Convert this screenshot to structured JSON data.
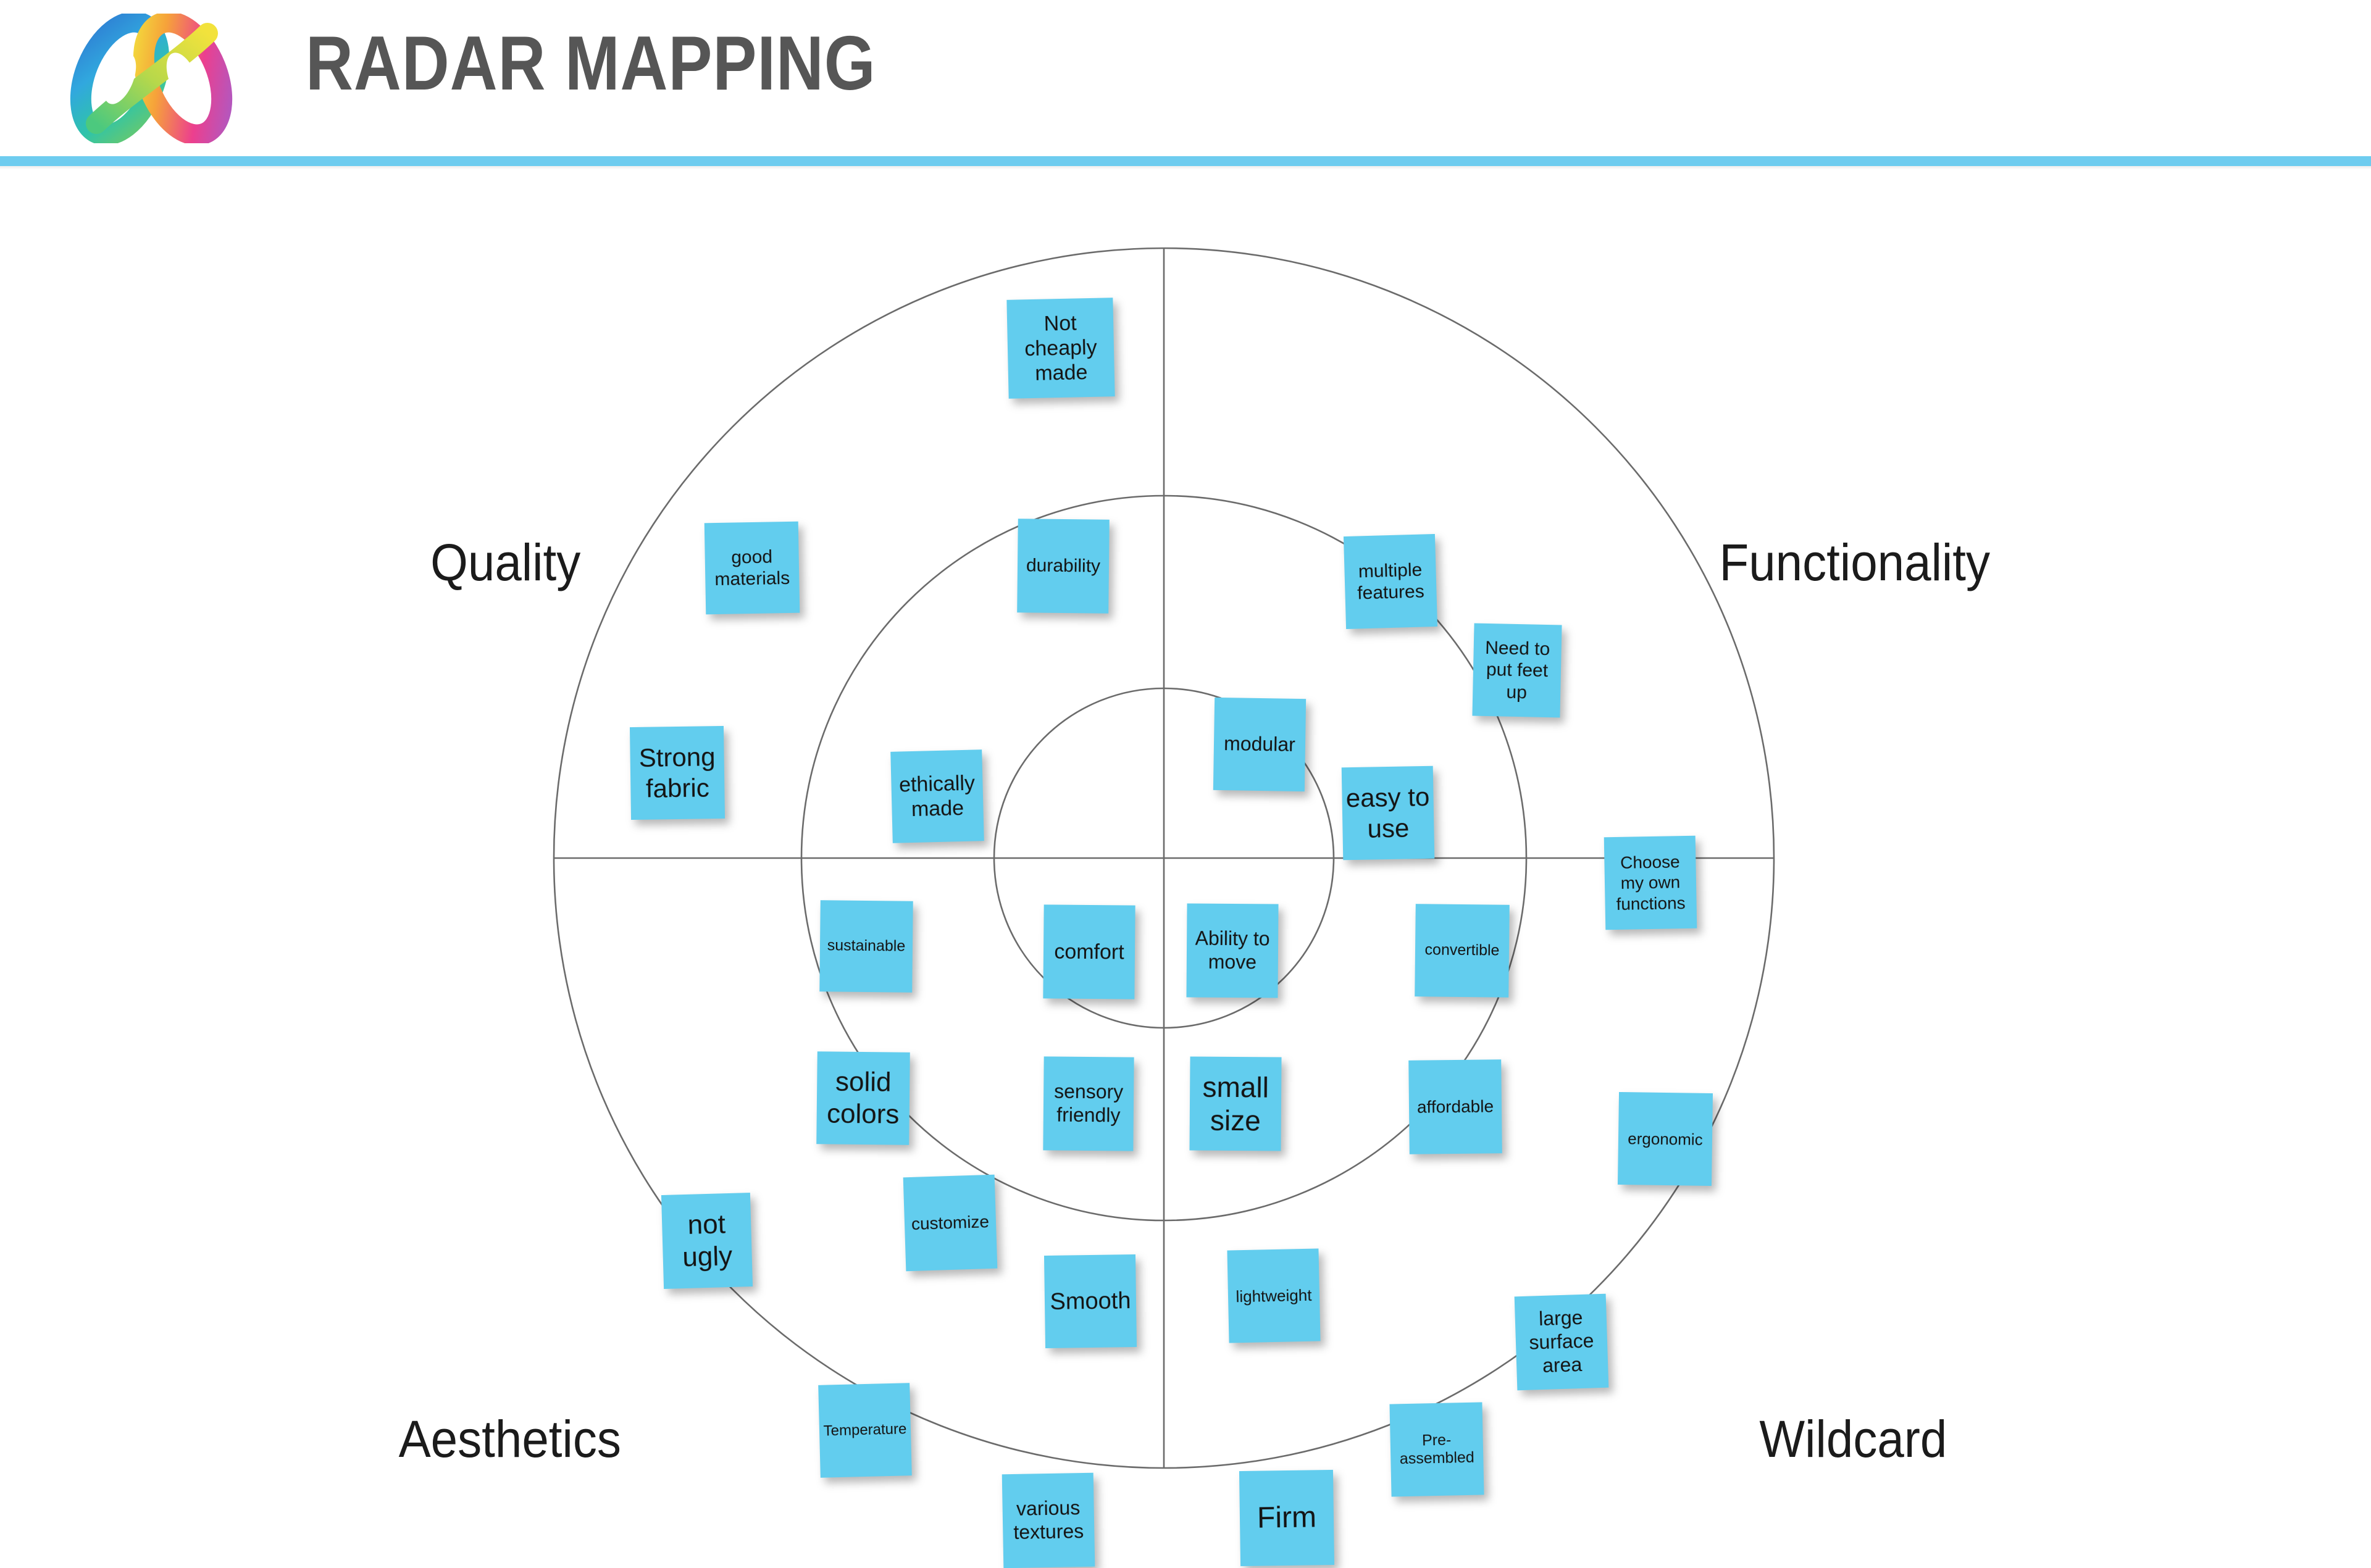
{
  "header": {
    "title": "RADAR MAPPING",
    "logo_icon": "infinity-logo",
    "divider_color": "#6ECCEF",
    "title_color": "#565656"
  },
  "radar": {
    "note_color": "#62CDEE",
    "line_color": "#6b6b6b",
    "quadrants": [
      {
        "id": "quality",
        "label": "Quality",
        "position": "top-left"
      },
      {
        "id": "functionality",
        "label": "Functionality",
        "position": "top-right"
      },
      {
        "id": "aesthetics",
        "label": "Aesthetics",
        "position": "bottom-left"
      },
      {
        "id": "wildcard",
        "label": "Wildcard",
        "position": "bottom-right"
      }
    ],
    "rings": [
      {
        "id": "inner",
        "radius": 275
      },
      {
        "id": "middle",
        "radius": 587
      },
      {
        "id": "outer",
        "radius": 988
      }
    ],
    "notes": [
      {
        "id": "not-cheaply-made",
        "text": "Not cheaply made",
        "quadrant": "quality",
        "ring": "outer"
      },
      {
        "id": "good-materials",
        "text": "good materials",
        "quadrant": "quality",
        "ring": "outer"
      },
      {
        "id": "strong-fabric",
        "text": "Strong fabric",
        "quadrant": "quality",
        "ring": "outer"
      },
      {
        "id": "durability",
        "text": "durability",
        "quadrant": "quality",
        "ring": "middle"
      },
      {
        "id": "ethically-made",
        "text": "ethically made",
        "quadrant": "quality",
        "ring": "middle"
      },
      {
        "id": "sustainable",
        "text": "sustainable",
        "quadrant": "quality",
        "ring": "middle"
      },
      {
        "id": "comfort",
        "text": "comfort",
        "quadrant": "quality",
        "ring": "inner"
      },
      {
        "id": "multiple-features",
        "text": "multiple features",
        "quadrant": "functionality",
        "ring": "outer"
      },
      {
        "id": "need-to-put-feet-up",
        "text": "Need to put feet up",
        "quadrant": "functionality",
        "ring": "outer"
      },
      {
        "id": "choose-my-own-functions",
        "text": "Choose my own functions",
        "quadrant": "functionality",
        "ring": "outer"
      },
      {
        "id": "modular",
        "text": "modular",
        "quadrant": "functionality",
        "ring": "middle"
      },
      {
        "id": "easy-to-use",
        "text": "easy to use",
        "quadrant": "functionality",
        "ring": "middle"
      },
      {
        "id": "convertible",
        "text": "convertible",
        "quadrant": "functionality",
        "ring": "middle"
      },
      {
        "id": "ability-to-move",
        "text": "Ability to move",
        "quadrant": "functionality",
        "ring": "inner"
      },
      {
        "id": "solid-colors",
        "text": "solid colors",
        "quadrant": "aesthetics",
        "ring": "middle"
      },
      {
        "id": "sensory-friendly",
        "text": "sensory friendly",
        "quadrant": "aesthetics",
        "ring": "inner"
      },
      {
        "id": "not-ugly",
        "text": "not ugly",
        "quadrant": "aesthetics",
        "ring": "outer"
      },
      {
        "id": "customize",
        "text": "customize",
        "quadrant": "aesthetics",
        "ring": "middle"
      },
      {
        "id": "smooth",
        "text": "Smooth",
        "quadrant": "aesthetics",
        "ring": "middle"
      },
      {
        "id": "temperature",
        "text": "Temperature",
        "quadrant": "aesthetics",
        "ring": "outer"
      },
      {
        "id": "various-textures",
        "text": "various textures",
        "quadrant": "aesthetics",
        "ring": "outer"
      },
      {
        "id": "small-size",
        "text": "small size",
        "quadrant": "wildcard",
        "ring": "inner"
      },
      {
        "id": "affordable",
        "text": "affordable",
        "quadrant": "wildcard",
        "ring": "middle"
      },
      {
        "id": "ergonomic",
        "text": "ergonomic",
        "quadrant": "wildcard",
        "ring": "outer"
      },
      {
        "id": "lightweight",
        "text": "lightweight",
        "quadrant": "wildcard",
        "ring": "middle"
      },
      {
        "id": "large-surface-area",
        "text": "large surface area",
        "quadrant": "wildcard",
        "ring": "outer"
      },
      {
        "id": "pre-assembled",
        "text": "Pre-assembled",
        "quadrant": "wildcard",
        "ring": "outer"
      },
      {
        "id": "firm",
        "text": "Firm",
        "quadrant": "wildcard",
        "ring": "outer"
      }
    ]
  },
  "chart_data": {
    "type": "scatter",
    "title": "RADAR MAPPING",
    "xlabel": "",
    "ylabel": "",
    "legend": [],
    "grid": false,
    "axes": {
      "center_x": 1885,
      "center_y": 1390,
      "rings": [
        275,
        587,
        988
      ]
    },
    "categories": [
      "Quality",
      "Functionality",
      "Aesthetics",
      "Wildcard"
    ],
    "series": [
      {
        "name": "Quality",
        "values": [
          "Not cheaply made",
          "good materials",
          "Strong fabric",
          "durability",
          "ethically made",
          "sustainable",
          "comfort"
        ]
      },
      {
        "name": "Functionality",
        "values": [
          "multiple features",
          "Need to put feet up",
          "Choose my own functions",
          "modular",
          "easy to use",
          "convertible",
          "Ability to move"
        ]
      },
      {
        "name": "Aesthetics",
        "values": [
          "solid colors",
          "sensory friendly",
          "not ugly",
          "customize",
          "Smooth",
          "Temperature",
          "various textures"
        ]
      },
      {
        "name": "Wildcard",
        "values": [
          "small size",
          "affordable",
          "ergonomic",
          "lightweight",
          "large surface area",
          "Pre-assembled",
          "Firm"
        ]
      }
    ]
  }
}
